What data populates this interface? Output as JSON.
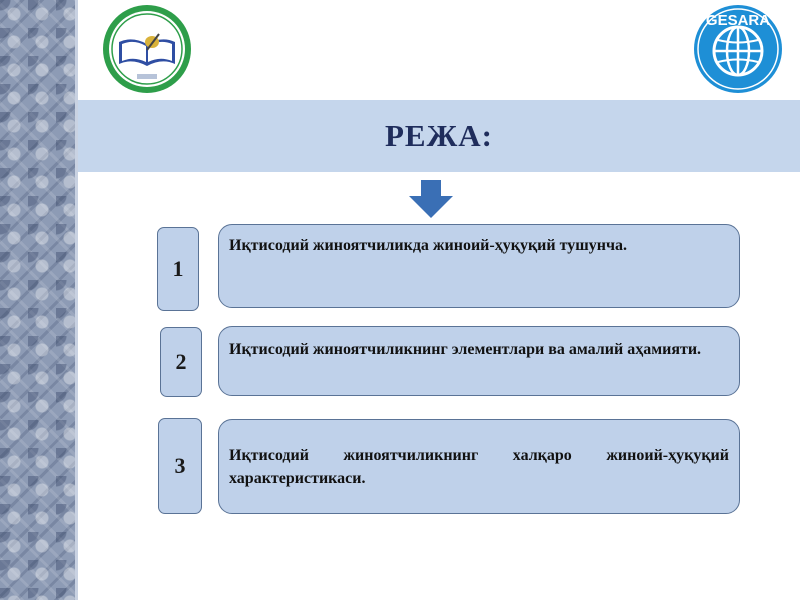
{
  "slide": {
    "title": "РЕЖА:"
  },
  "plan_items": [
    {
      "number": "1",
      "text": "Иқтисодий жиноятчиликда жиноий-ҳуқуқий тушунча."
    },
    {
      "number": "2",
      "text": "Иқтисодий жиноятчиликнинг элементлари ва амалий аҳамияти."
    },
    {
      "number": "3",
      "text": "Иқтисодий жиноятчиликнинг халқаро жиноий-ҳуқуқий характеристикаси."
    }
  ],
  "logos": {
    "left": "book-emblem-logo",
    "right": "globe-gesara-logo",
    "right_text": "GESARA"
  },
  "colors": {
    "title_band": "#c5d6ec",
    "box_fill": "#bfd1ea",
    "box_border": "#5a7396",
    "arrow": "#3a6fb5",
    "title_text": "#1f2d5c"
  }
}
